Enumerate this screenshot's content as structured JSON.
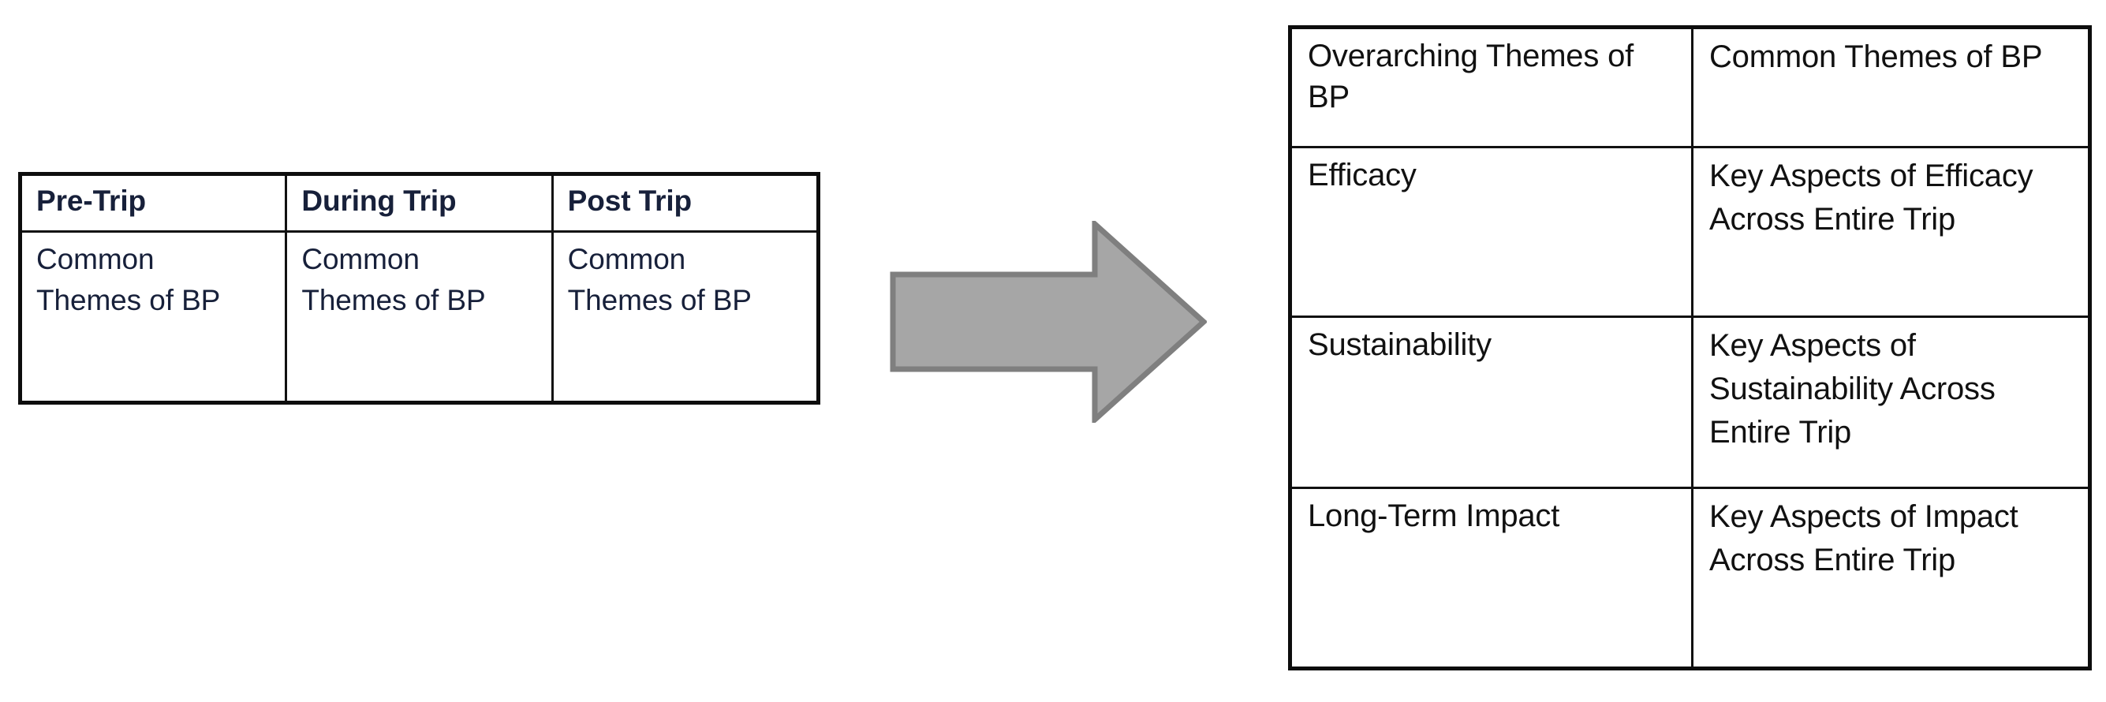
{
  "figure": {
    "background_color": "#ffffff",
    "arrow": {
      "icon": "right-arrow-icon",
      "direction": "right",
      "fill_color": "#a6a6a6",
      "stroke_color": "#7f7f7f"
    }
  },
  "phase_table": {
    "name": "trip-phase-table",
    "border_color": "#111111",
    "text_color": "#17203a",
    "columns": [
      "Pre-Trip",
      "During Trip",
      "Post Trip"
    ],
    "rows": [
      {
        "cells": [
          "Common Themes of BP",
          "Common Themes of BP",
          "Common Themes of BP"
        ]
      }
    ]
  },
  "themes_table": {
    "name": "overarching-themes-table",
    "border_color": "#111111",
    "text_color": "#111111",
    "headers": {
      "label": "Overarching Themes of BP",
      "detail": "Common Themes of BP"
    },
    "rows": [
      {
        "label": "Efficacy",
        "detail": "Key Aspects of Efficacy Across Entire Trip"
      },
      {
        "label": "Sustainability",
        "detail": "Key Aspects of Sustainability Across Entire Trip"
      },
      {
        "label": "Long-Term Impact",
        "detail": "Key Aspects of Impact Across Entire Trip"
      }
    ]
  }
}
